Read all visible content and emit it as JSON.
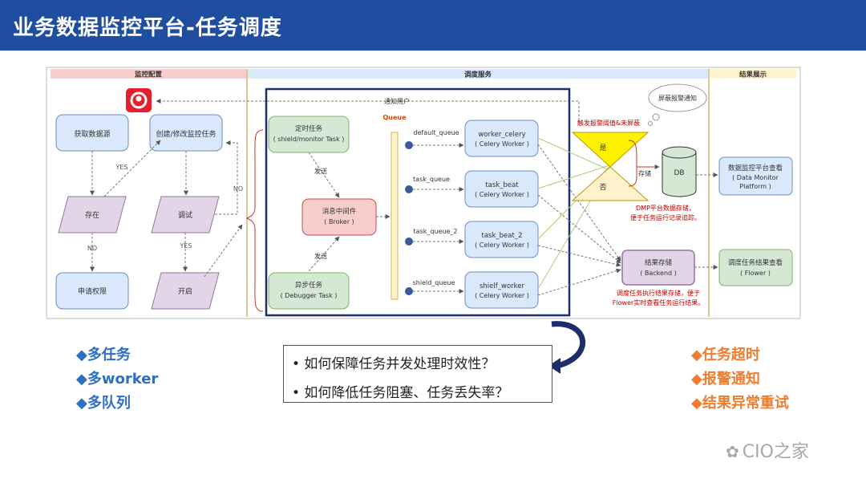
{
  "title": "业务数据监控平台-任务调度",
  "sections": {
    "monitor_config": "监控配置",
    "scheduler_service": "调度服务",
    "result_display": "结果展示"
  },
  "nodes": {
    "get_datasource": "获取数据源",
    "create_modify_task": "创建/修改监控任务",
    "exists": "存在",
    "debug": "调试",
    "apply_permission": "申请权限",
    "enable": "开启",
    "timed_task": [
      "定时任务",
      "( shield/monitor Task )"
    ],
    "async_task": [
      "异步任务",
      "( Debugger Task )"
    ],
    "broker": [
      "消息中间件",
      "( Broker )"
    ],
    "worker_celery": [
      "worker_celery",
      "( Celery Worker )"
    ],
    "task_beat": [
      "task_beat",
      "( Celery Worker )"
    ],
    "task_beat_2": [
      "task_beat_2",
      "( Celery Worker )"
    ],
    "shielf_worker": [
      "shielf_worker",
      "( Celery Worker )"
    ],
    "db": "DB",
    "result_storage": [
      "结果存储",
      "( Backend )"
    ],
    "data_monitor_view": [
      "数据监控平台查看",
      "( Data Monitor",
      "Platform )"
    ],
    "flower_view": [
      "调度任务结果查看",
      "( Flower )"
    ]
  },
  "labels": {
    "yes": "YES",
    "no": "NO",
    "send": "发送",
    "queue": "Queue",
    "notify_user": "通知用户",
    "trigger": "触发报警阈值&未屏蔽",
    "shield_notice": "屏蔽报警通知",
    "decision_yes": "是",
    "decision_no": "否",
    "store": "存储",
    "default_queue": "default_queue",
    "task_queue": "task_queue",
    "task_queue_2": "task_queue_2",
    "shield_queue": "shield_queue",
    "dmp_note": [
      "DMP平台数据存储，",
      "便于任务运行记录追踪。"
    ],
    "backend_note": [
      "调度任务执行结果存储，便于",
      "Flower实时查看任务运行结果。"
    ]
  },
  "left_bullets": [
    "◆多任务",
    "◆多worker",
    "◆多队列"
  ],
  "right_bullets": [
    "◆任务超时",
    "◆报警通知",
    "◆结果异常重试"
  ],
  "questions": [
    "• 如何保障任务并发处理时效性？",
    "• 如何降低任务阻塞、任务丢失率？"
  ],
  "watermark": "CIO之家",
  "colors": {
    "title_bar": "#1f4ea1",
    "left_bullets": "#2e6fc2",
    "right_bullets": "#ed7d31",
    "blue_box": "#dae8fc",
    "purple_box": "#e1d5e7",
    "green_box": "#d5e8d4",
    "red_box": "#f8cecc",
    "yellow": "#fff2cc",
    "note_red": "#c00000"
  }
}
